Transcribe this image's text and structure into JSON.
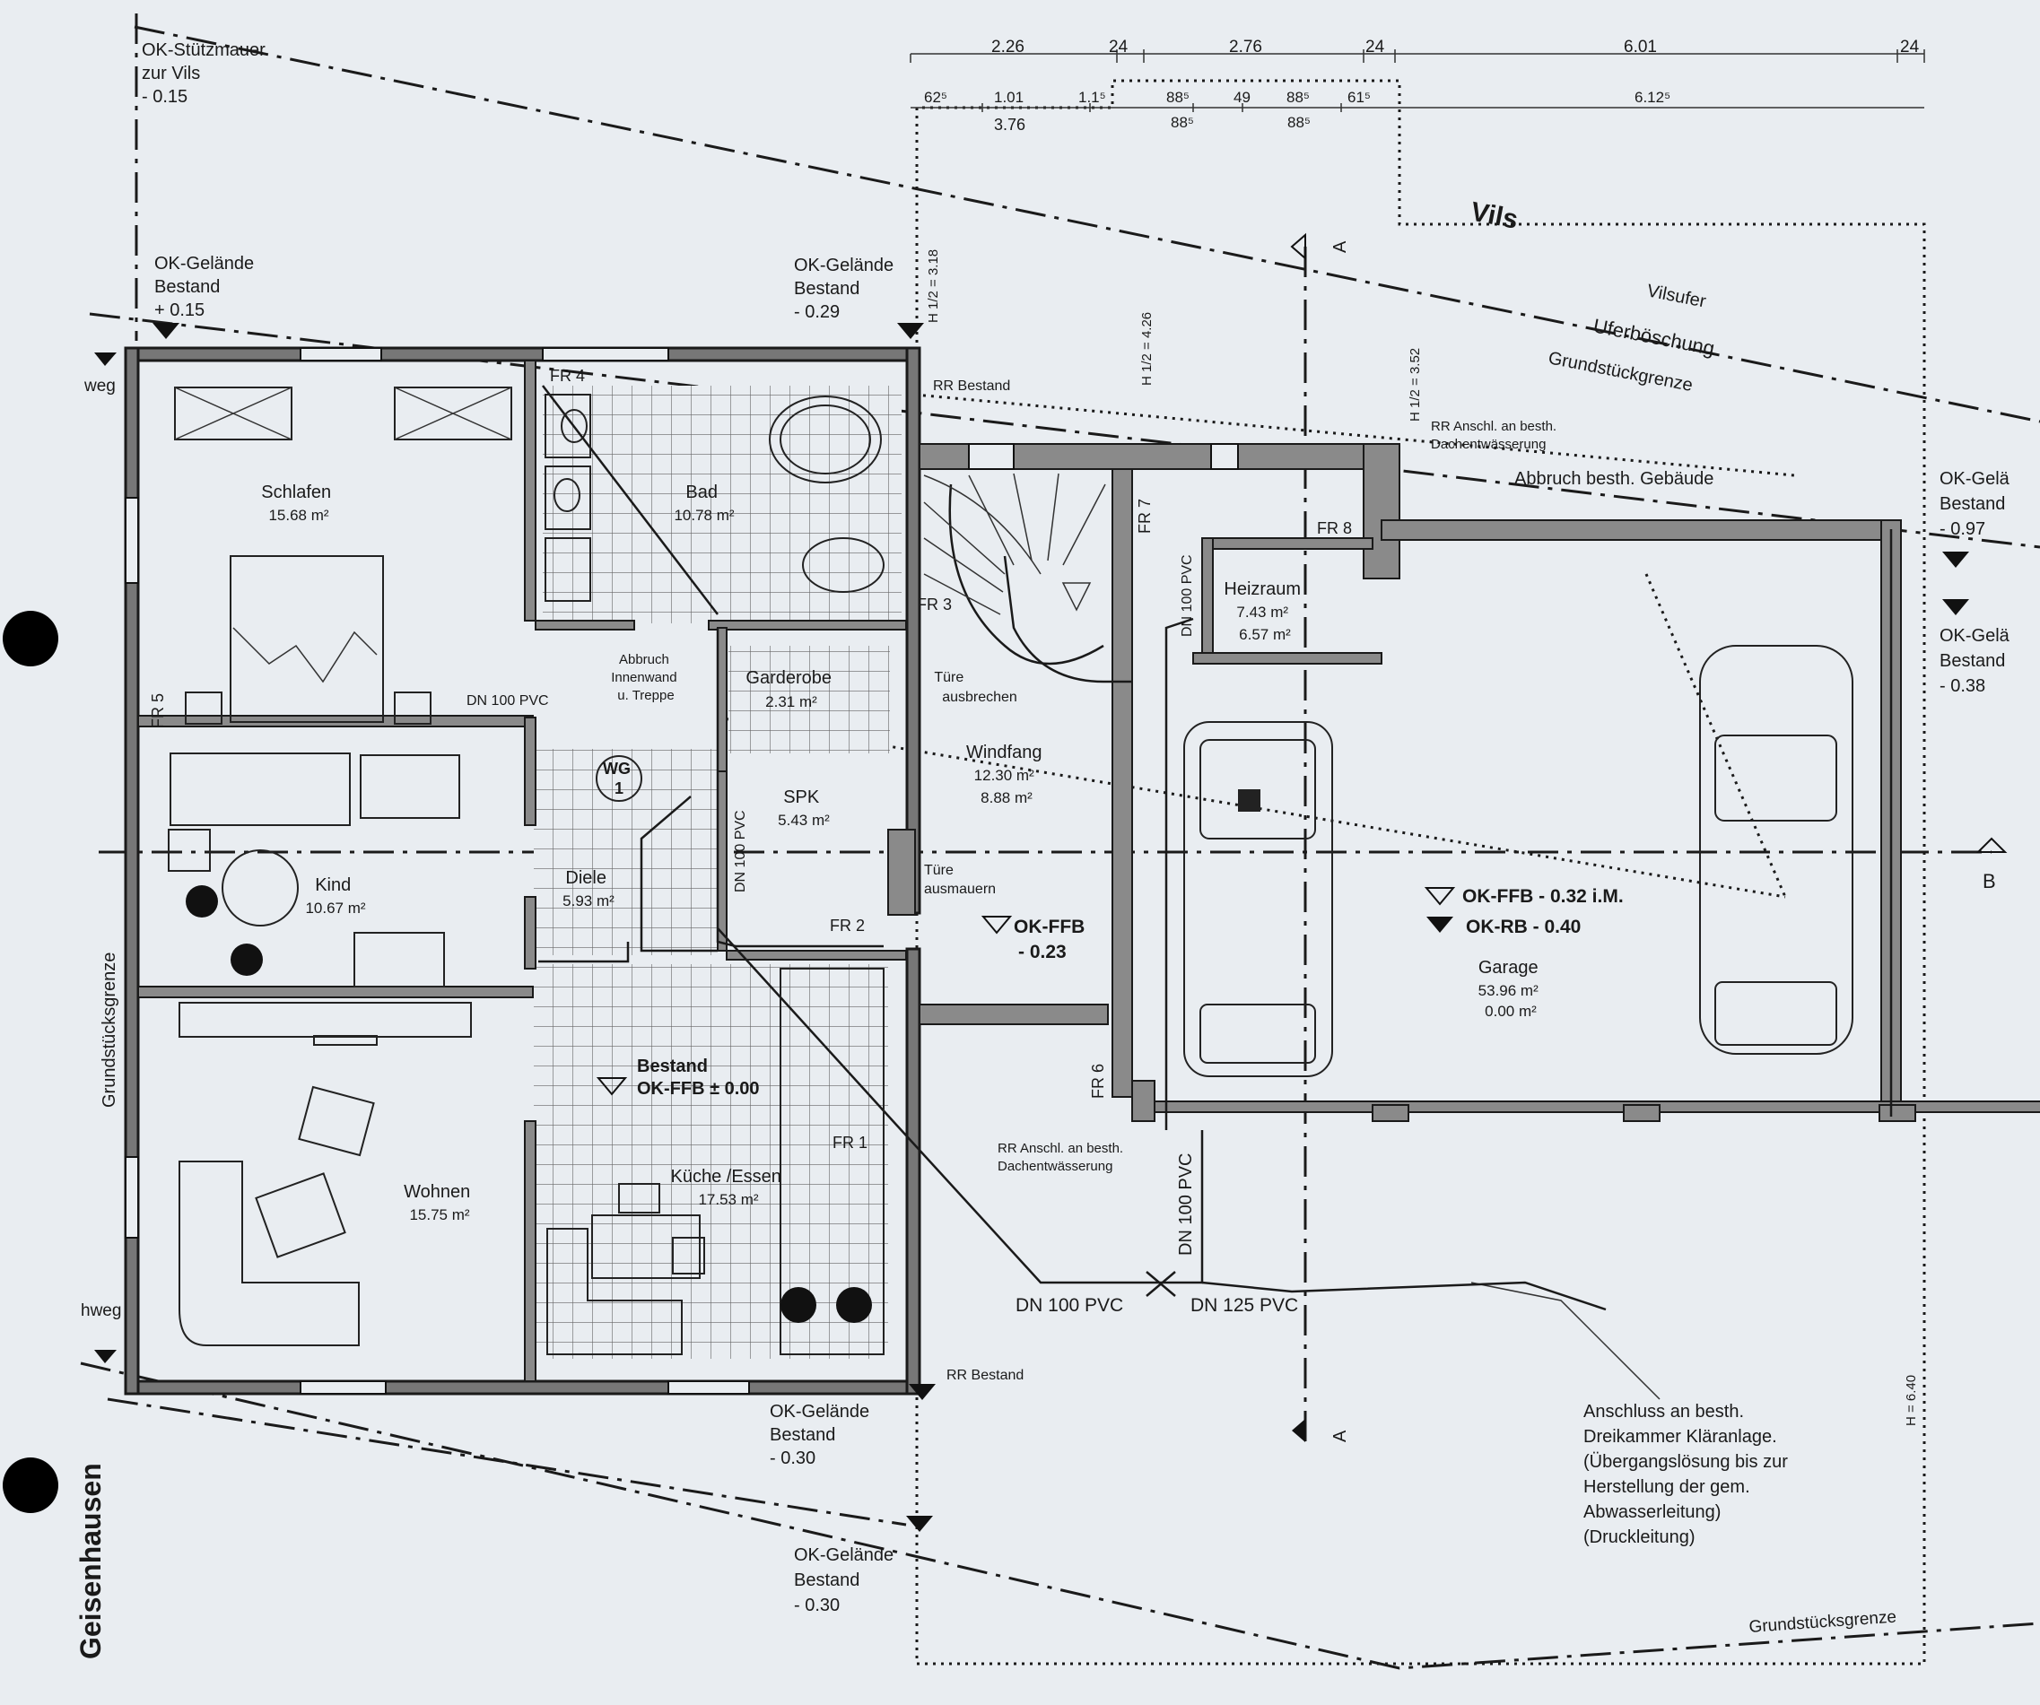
{
  "dimensions": {
    "top_row": [
      "2.26",
      "24",
      "2.76",
      "24",
      "6.01",
      "24"
    ],
    "second_row": [
      "62⁵",
      "1.01",
      "1.1⁵",
      "88⁵",
      "49",
      "88⁵",
      "61⁵",
      "6.12⁵"
    ],
    "third_row": [
      "3.76",
      "88⁵",
      "88⁵"
    ],
    "heights": [
      "H 1/2 = 3.18",
      "H 1/2 = 4.26",
      "H 1/2 = 3.52",
      "H = 6.40"
    ]
  },
  "elevations": {
    "stuetzmauer": [
      "OK-Stützmauer",
      "zur Vils",
      "- 0.15"
    ],
    "gelaende_nw": [
      "OK-Gelände",
      "Bestand",
      "+ 0.15"
    ],
    "gelaende_n": [
      "OK-Gelände",
      "Bestand",
      "- 0.29"
    ],
    "gelaende_e1": [
      "OK-Gelä",
      "Bestand",
      "- 0.97"
    ],
    "gelaende_e2": [
      "OK-Gelä",
      "Bestand",
      "- 0.38"
    ],
    "gelaende_s1": [
      "OK-Gelände",
      "Bestand",
      "- 0.30"
    ],
    "gelaende_s2": [
      "OK-Gelände",
      "Bestand",
      "- 0.30"
    ],
    "bestand_ffb": [
      "Bestand",
      "OK-FFB ± 0.00"
    ],
    "windfang_ffb": [
      "OK-FFB",
      "- 0.23"
    ],
    "garage_ffb": "OK-FFB - 0.32 i.M.",
    "garage_rb": "OK-RB - 0.40"
  },
  "rooms": {
    "schlafen": [
      "Schlafen",
      "15.68 m²"
    ],
    "bad": [
      "Bad",
      "10.78 m²"
    ],
    "kind": [
      "Kind",
      "10.67 m²"
    ],
    "diele": [
      "Diele",
      "5.93 m²"
    ],
    "garderobe": [
      "Garderobe",
      "2.31 m²"
    ],
    "spk": [
      "SPK",
      "5.43 m²"
    ],
    "windfang": [
      "Windfang",
      "12.30 m²",
      "8.88 m²"
    ],
    "heizraum": [
      "Heizraum",
      "7.43 m²",
      "6.57 m²"
    ],
    "wohnen": [
      "Wohnen",
      "15.75 m²"
    ],
    "kueche": [
      "Küche /Essen",
      "17.53 m²"
    ],
    "garage": [
      "Garage",
      "53.96 m²",
      "0.00 m²"
    ]
  },
  "labels": {
    "vils": "Vils",
    "vilsufer": "Vilsufer",
    "ufer": "Uferböschung",
    "grundstueck_n": "Grundstückgrenze",
    "grundstueck_w": "Grundstücksgrenze",
    "grundstueck_s": "Grundstücksgrenze",
    "abbruch_gebaeude": "Abbruch besth. Gebäude",
    "abbruch_wand": [
      "Abbruch",
      "Innenwand",
      "u. Treppe"
    ],
    "tuere_aus": [
      "Türe",
      "ausbrechen"
    ],
    "tuere_zu": [
      "Türe",
      "ausmauern"
    ],
    "rr_bestand_n": "RR Bestand",
    "rr_bestand_s": "RR Bestand",
    "rr_anschl_n": [
      "RR Anschl. an besth.",
      "Dachentwässerung"
    ],
    "rr_anschl_s": [
      "RR Anschl. an besth.",
      "Dachentwässerung"
    ],
    "dn100_1": "DN 100 PVC",
    "dn100_2": "DN 100 PVC",
    "dn100_3": "DN 100 PVC",
    "dn100_4": "DN 100 PVC",
    "dn100_5": "DN 100 PVC",
    "dn125": "DN 125 PVC",
    "wg": [
      "WG",
      "1"
    ],
    "fr4": "FR 4",
    "fr3": "FR 3",
    "fr5": "FR 5",
    "fr7": "FR 7",
    "fr8": "FR 8",
    "fr2": "FR 2",
    "fr6": "FR 6",
    "fr1": "FR 1",
    "weg_w": "weg",
    "weg_sw": "hweg",
    "section_a_top": "A",
    "section_a_bottom": "A",
    "section_b": "B",
    "geisenhausen": "Geisenhausen",
    "anschluss": [
      "Anschluss an besth.",
      "Dreikammer Kläranlage.",
      "(Übergangslösung bis zur",
      "Herstellung der gem.",
      "Abwasserleitung)",
      "(Druckleitung)"
    ]
  }
}
